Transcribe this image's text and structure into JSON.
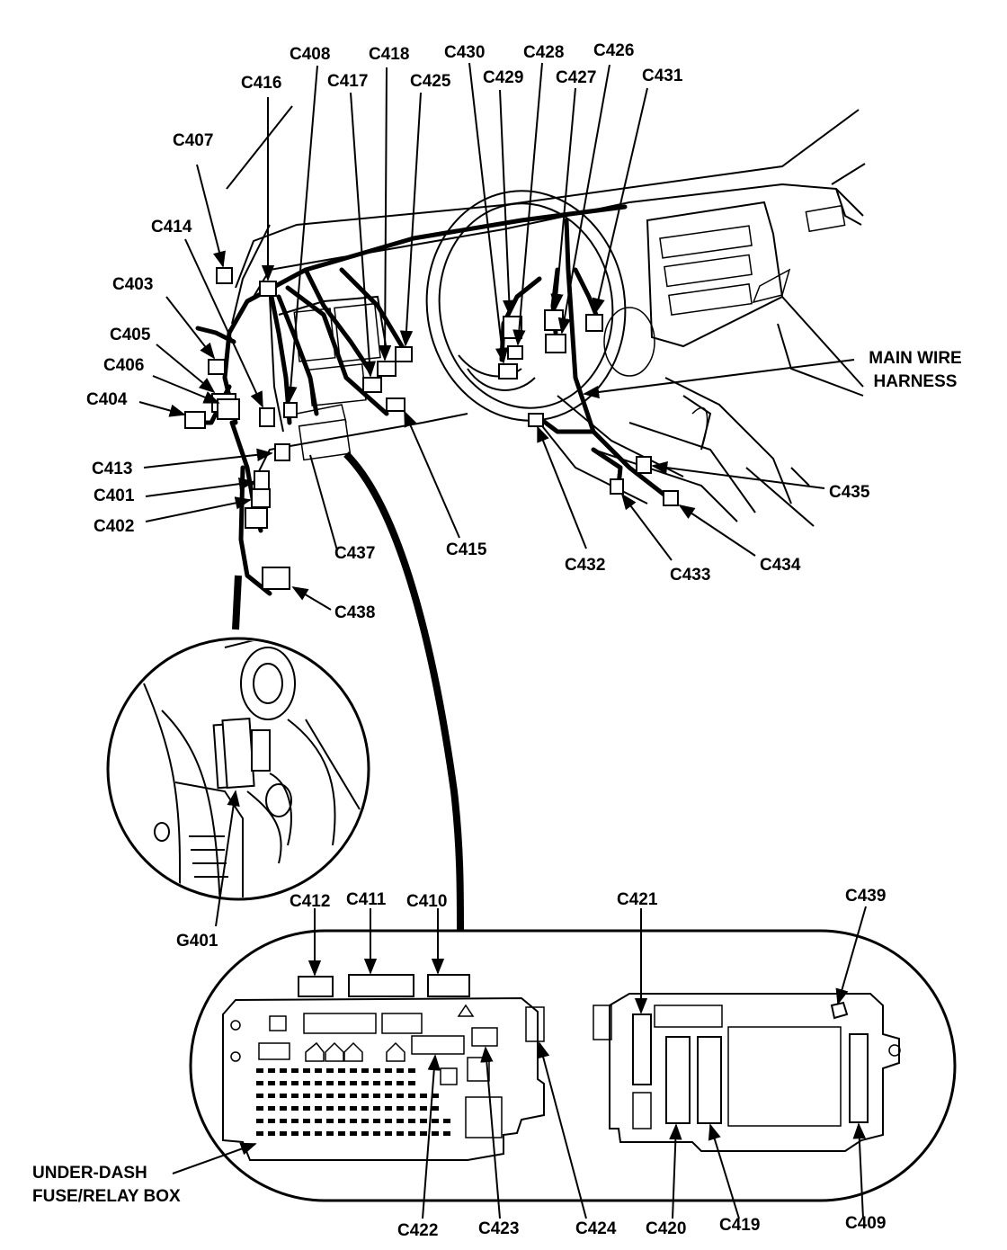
{
  "labels": {
    "c401": "C401",
    "c402": "C402",
    "c403": "C403",
    "c404": "C404",
    "c405": "C405",
    "c406": "C406",
    "c407": "C407",
    "c408": "C408",
    "c409": "C409",
    "c410": "C410",
    "c411": "C411",
    "c412": "C412",
    "c413": "C413",
    "c414": "C414",
    "c415": "C415",
    "c416": "C416",
    "c417": "C417",
    "c418": "C418",
    "c419": "C419",
    "c420": "C420",
    "c421": "C421",
    "c422": "C422",
    "c423": "C423",
    "c424": "C424",
    "c425": "C425",
    "c426": "C426",
    "c427": "C427",
    "c428": "C428",
    "c429": "C429",
    "c430": "C430",
    "c431": "C431",
    "c432": "C432",
    "c433": "C433",
    "c434": "C434",
    "c435": "C435",
    "c437": "C437",
    "c438": "C438",
    "c439": "C439",
    "g401": "G401",
    "main_harness_line1": "MAIN WIRE",
    "main_harness_line2": "HARNESS",
    "fuse_box_line1": "UNDER-DASH",
    "fuse_box_line2": "FUSE/RELAY BOX"
  }
}
